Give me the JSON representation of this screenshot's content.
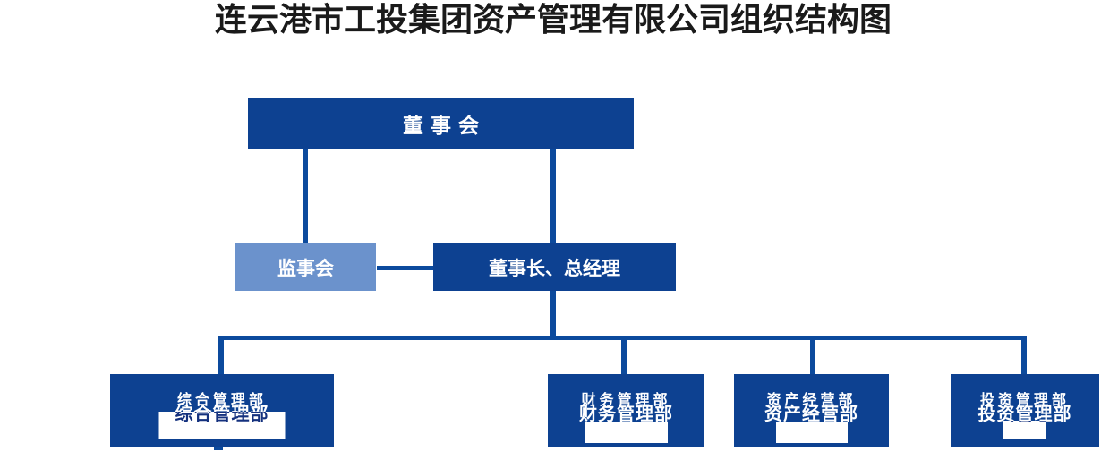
{
  "title": "连云港市工投集团资产管理有限公司组织结构图",
  "org_chart": {
    "board": {
      "label": "董 事 会"
    },
    "supervisory_board": {
      "label": "监事会"
    },
    "chairman_gm": {
      "label": "董事长、总经理"
    },
    "departments": [
      {
        "label": "综合管理部"
      },
      {
        "label": "财务管理部"
      },
      {
        "label": "资产经营部"
      },
      {
        "label": "投资管理部"
      }
    ]
  },
  "colors": {
    "primary_blue": "#0D4191",
    "light_blue": "#6B92CC",
    "connector_blue": "#0C4A9D",
    "title_color": "#1A1A1A",
    "ghost_text_blue": "#14317E"
  }
}
